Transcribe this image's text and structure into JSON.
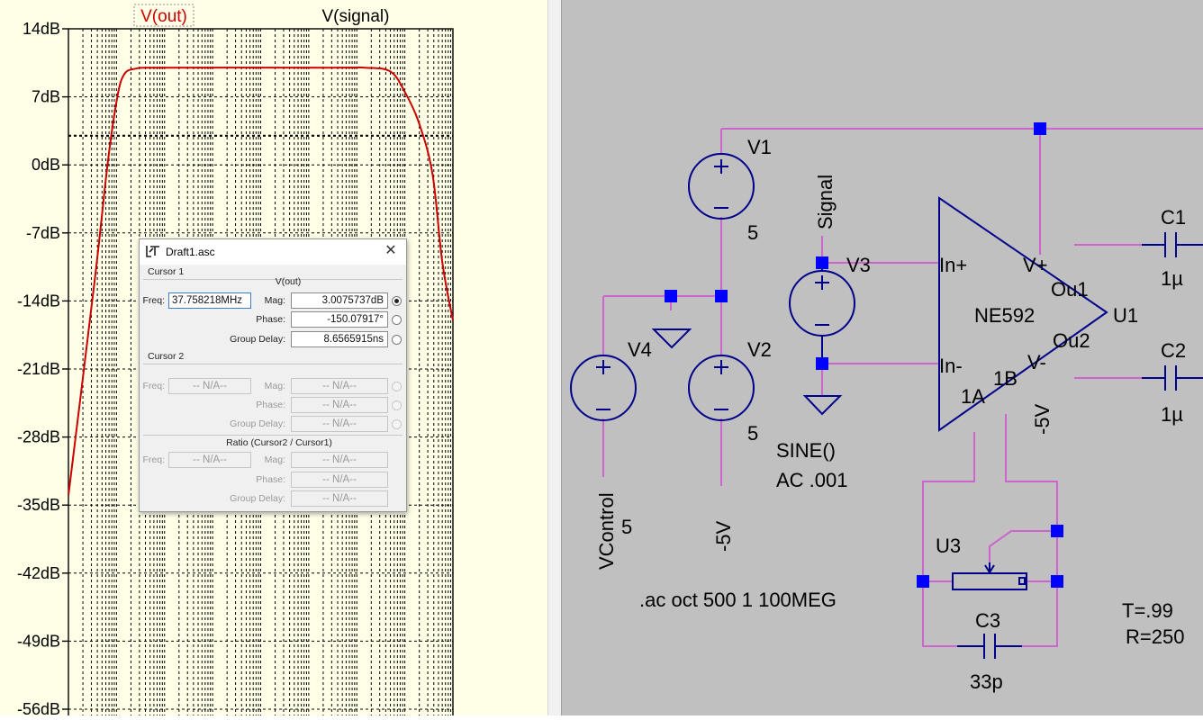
{
  "plot": {
    "legend": [
      {
        "name": "V(out)",
        "color": "#cc0000"
      },
      {
        "name": "V(signal)",
        "color": "#000000"
      }
    ],
    "y_ticks": [
      "14dB",
      "7dB",
      "0dB",
      "-7dB",
      "-14dB",
      "-21dB",
      "-28dB",
      "-35dB",
      "-42dB",
      "-49dB",
      "-56dB"
    ]
  },
  "chart_data": {
    "type": "line",
    "title": "",
    "xlabel": "",
    "ylabel": "",
    "x_scale": "log",
    "ylim": [
      -56,
      14
    ],
    "grid": true,
    "series": [
      {
        "name": "V(out)",
        "color": "#cc0000",
        "points": [
          [
            1,
            -34.0
          ],
          [
            3.5,
            -12.0
          ],
          [
            6.5,
            0.0
          ],
          [
            10,
            6.5
          ],
          [
            14,
            9.2
          ],
          [
            25,
            9.9
          ],
          [
            100,
            10.0
          ],
          [
            300000,
            10.0
          ],
          [
            1500000,
            10.0
          ],
          [
            5000000,
            9.6
          ],
          [
            10000000,
            7.5
          ],
          [
            20000000,
            4.2
          ],
          [
            37758218,
            -1.0
          ],
          [
            60000000,
            -10.0
          ],
          [
            100000000,
            -16.0
          ]
        ]
      }
    ],
    "cursor_level_db": 3.0
  },
  "dialog": {
    "title": "Draft1.asc",
    "cursor1": {
      "section": "Cursor 1",
      "trace": "V(out)",
      "freq_label": "Freq:",
      "freq": "37.758218MHz",
      "mag_label": "Mag:",
      "mag": "3.0075737dB",
      "phase_label": "Phase:",
      "phase": "-150.07917°",
      "gd_label": "Group Delay:",
      "gd": "8.6565915ns"
    },
    "cursor2": {
      "section": "Cursor 2",
      "freq_label": "Freq:",
      "freq": "-- N/A--",
      "mag_label": "Mag:",
      "mag": "-- N/A--",
      "phase_label": "Phase:",
      "phase": "-- N/A--",
      "gd_label": "Group Delay:",
      "gd": "-- N/A--"
    },
    "ratio": {
      "section": "Ratio (Cursor2 / Cursor1)",
      "freq_label": "Freq:",
      "freq": "-- N/A--",
      "mag_label": "Mag:",
      "mag": "-- N/A--",
      "phase_label": "Phase:",
      "phase": "-- N/A--",
      "gd_label": "Group Delay:",
      "gd": "-- N/A--"
    }
  },
  "schematic": {
    "v1_name": "V1",
    "v1_value": "5",
    "v2_name": "V2",
    "v2_value": "5",
    "v3_name": "V3",
    "v4_name": "V4",
    "signal_label": "Signal",
    "sine_text": "SINE()",
    "ac_text": "AC .001",
    "vcontrol_label": "VControl",
    "vcontrol_value": "5",
    "neg5v_label": "-5V",
    "neg5v_pin_label": "-5V",
    "opamp_part": "NE592",
    "opamp_name": "U1",
    "pin_inp": "In+",
    "pin_inn": "In-",
    "pin_vp": "V+",
    "pin_vm": "V-",
    "pin_out1": "Ou1",
    "pin_out2": "Ou2",
    "pin_1a": "1A",
    "pin_1b": "1B",
    "c1_name": "C1",
    "c1_value": "1µ",
    "c2_name": "C2",
    "c2_value": "1µ",
    "c3_name": "C3",
    "c3_value": "33p",
    "u3_name": "U3",
    "u3_t": "T=.99",
    "u3_r": "R=250",
    "directive": ".ac oct 500 1 100MEG"
  }
}
